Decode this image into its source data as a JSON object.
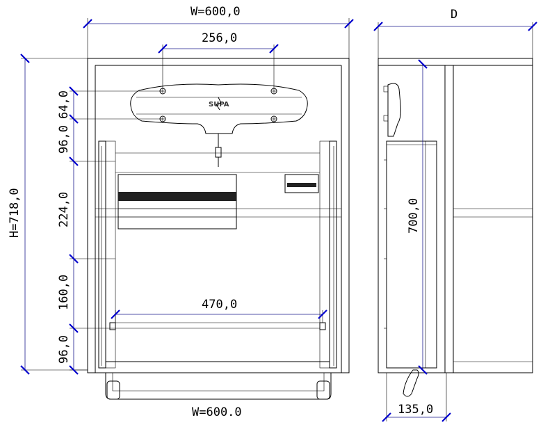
{
  "front_view": {
    "width_top_label": "W=600,0",
    "width_bottom_label": "W=600.0",
    "height_label": "H=718,0",
    "screw_spacing_label": "256,0",
    "dim_64_label": "64,0",
    "dim_96_top_label": "96,0",
    "dim_224_label": "224,0",
    "dim_160_label": "160,0",
    "dim_96_bottom_label": "96,0",
    "inner_width_label": "470,0",
    "motor_logo": "SUPA"
  },
  "side_view": {
    "depth_label": "D",
    "height_label": "700,0",
    "depth_bottom_label": "135,0"
  }
}
